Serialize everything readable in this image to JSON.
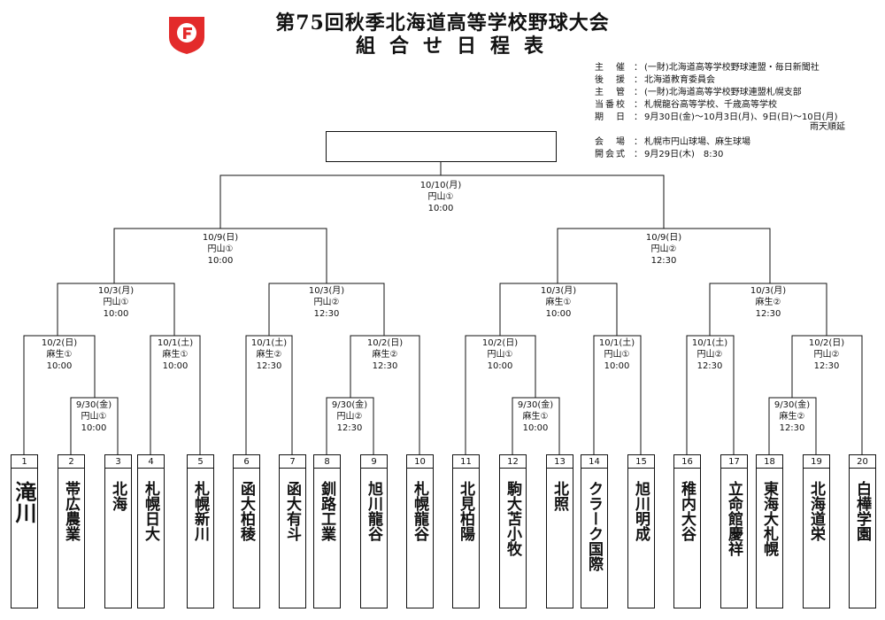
{
  "header": {
    "title": "第75回秋季北海道高等学校野球大会",
    "subtitle": "組合せ日程表"
  },
  "info": [
    {
      "label": "主　催",
      "value": "(一財)北海道高等学校野球連盟・毎日新聞社"
    },
    {
      "label": "後　援",
      "value": "北海道教育委員会"
    },
    {
      "label": "主　管",
      "value": "(一財)北海道高等学校野球連盟札幌支部"
    },
    {
      "label": "当番校",
      "value": "札幌龍谷高等学校、千歳高等学校"
    },
    {
      "label": "期　日",
      "value": "9月30日(金)〜10月3日(月)、9日(日)〜10日(月)"
    },
    {
      "label": "会　場",
      "value": "札幌市円山球場、麻生球場"
    },
    {
      "label": "開会式",
      "value": "9月29日(木)　8:30"
    }
  ],
  "rain_note": "雨天順延",
  "games": [
    {
      "date": "10/10(月)",
      "venue": "円山①",
      "time": "10:00"
    },
    {
      "date": "10/9(日)",
      "venue": "円山①",
      "time": "10:00"
    },
    {
      "date": "10/9(日)",
      "venue": "円山②",
      "time": "12:30"
    },
    {
      "date": "10/3(月)",
      "venue": "円山①",
      "time": "10:00"
    },
    {
      "date": "10/3(月)",
      "venue": "円山②",
      "time": "12:30"
    },
    {
      "date": "10/3(月)",
      "venue": "麻生①",
      "time": "10:00"
    },
    {
      "date": "10/3(月)",
      "venue": "麻生②",
      "time": "12:30"
    },
    {
      "date": "10/2(日)",
      "venue": "麻生①",
      "time": "10:00"
    },
    {
      "date": "10/1(土)",
      "venue": "麻生①",
      "time": "10:00"
    },
    {
      "date": "10/1(土)",
      "venue": "麻生②",
      "time": "12:30"
    },
    {
      "date": "10/2(日)",
      "venue": "麻生②",
      "time": "12:30"
    },
    {
      "date": "10/2(日)",
      "venue": "円山①",
      "time": "10:00"
    },
    {
      "date": "10/1(土)",
      "venue": "円山①",
      "time": "10:00"
    },
    {
      "date": "10/1(土)",
      "venue": "円山②",
      "time": "12:30"
    },
    {
      "date": "10/2(日)",
      "venue": "円山②",
      "time": "12:30"
    },
    {
      "date": "9/30(金)",
      "venue": "円山①",
      "time": "10:00"
    },
    {
      "date": "9/30(金)",
      "venue": "円山②",
      "time": "12:30"
    },
    {
      "date": "9/30(金)",
      "venue": "麻生①",
      "time": "10:00"
    },
    {
      "date": "9/30(金)",
      "venue": "麻生②",
      "time": "12:30"
    }
  ],
  "teams": [
    {
      "num": "1",
      "name": "滝川"
    },
    {
      "num": "2",
      "name": "帯広農業"
    },
    {
      "num": "3",
      "name": "北海"
    },
    {
      "num": "4",
      "name": "札幌日大"
    },
    {
      "num": "5",
      "name": "札幌新川"
    },
    {
      "num": "6",
      "name": "函大柏稜"
    },
    {
      "num": "7",
      "name": "函大有斗"
    },
    {
      "num": "8",
      "name": "釧路工業"
    },
    {
      "num": "9",
      "name": "旭川龍谷"
    },
    {
      "num": "10",
      "name": "札幌龍谷"
    },
    {
      "num": "11",
      "name": "北見柏陽"
    },
    {
      "num": "12",
      "name": "駒大苫小牧"
    },
    {
      "num": "13",
      "name": "北照"
    },
    {
      "num": "14",
      "name": "クラーク国際"
    },
    {
      "num": "15",
      "name": "旭川明成"
    },
    {
      "num": "16",
      "name": "稚内大谷"
    },
    {
      "num": "17",
      "name": "立命館慶祥"
    },
    {
      "num": "18",
      "name": "東海大札幌"
    },
    {
      "num": "19",
      "name": "北海道栄"
    },
    {
      "num": "20",
      "name": "白樺学園"
    }
  ],
  "colors": {
    "logo": "#e32b2b",
    "line": "#111111"
  }
}
